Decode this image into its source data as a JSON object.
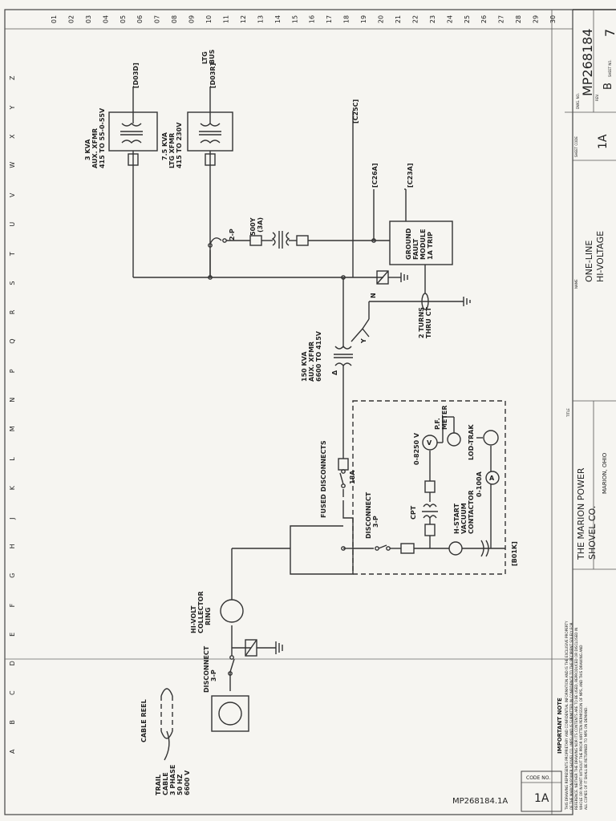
{
  "col_letters": [
    "A",
    "B",
    "C",
    "D",
    "E",
    "F",
    "G",
    "H",
    "J",
    "K",
    "L",
    "M",
    "N",
    "P",
    "Q",
    "R",
    "S",
    "T",
    "U",
    "V",
    "W",
    "X",
    "Y",
    "Z"
  ],
  "row_numbers": [
    "01",
    "02",
    "03",
    "04",
    "05",
    "06",
    "07",
    "08",
    "09",
    "10",
    "11",
    "12",
    "13",
    "14",
    "15",
    "16",
    "17",
    "18",
    "19",
    "20",
    "21",
    "22",
    "23",
    "24",
    "25",
    "26",
    "27",
    "28",
    "29",
    "30"
  ],
  "cable_reel": {
    "reel_label": "CABLE REEL",
    "trail_cable": [
      "TRAIL",
      "CABLE",
      "3 PHASE",
      "50 HZ",
      "6600 V"
    ],
    "disconnect": [
      "DISCONNECT",
      "3-P"
    ]
  },
  "collector_ring": [
    "HI-VOLT",
    "COLLECTOR",
    "RING"
  ],
  "fused_disconnects": "FUSED DISCONNECTS",
  "fuse_rating": "18A",
  "cabinet": {
    "disconnect": [
      "DISCONNECT",
      "3-P"
    ],
    "cpt": "CPT",
    "vacuum_contactor": [
      "H-START",
      "VACUUM",
      "CONTACTOR"
    ],
    "voltmeter_range": "0-8250 V",
    "ammeter_range": "0-100A",
    "pf_meter": [
      "P.F.",
      "METER"
    ],
    "lod_trak": "LOD-TRAK",
    "ref": "[B01K]",
    "volt_symbol": "V",
    "amp_symbol": "A"
  },
  "main_xfmr": [
    "150 KVA",
    "AUX. XFMR",
    "6600 TO 415V"
  ],
  "delta_symbol": "Δ",
  "wye_symbol": "Y",
  "ground_fault": {
    "module": [
      "GROUND",
      "FAULT",
      "MODULE",
      "1A TRIP"
    ],
    "ct": [
      "2 TURNS",
      "THRU CT"
    ],
    "neutral": "N",
    "ref_c23a": "[C23A]",
    "ref_c26a": "[C26A]",
    "ref_c25c": "[C25C]"
  },
  "ctrl_xfmr": {
    "fuse": "2-P",
    "rating": [
      "500Y",
      "(3A)"
    ]
  },
  "aux_xfmr_3kva": [
    "3 KVA",
    "AUX. XFMR",
    "415 TO 55-0-55V"
  ],
  "ltg_xfmr": [
    "7.5 KVA",
    "LTG XFMR",
    "415 TO 230V"
  ],
  "ref_d03d": "[D03D]",
  "ref_d03r": "[D03R]",
  "ltg_bus": [
    "LTG",
    "BUS"
  ],
  "title_block": {
    "company": [
      "THE MARION POWER",
      "SHOVEL CO."
    ],
    "location": "MARION, OHIO",
    "title_tag": "TITLE",
    "title": [
      "ONE-LINE",
      "HI-VOLTAGE"
    ],
    "name_tag": "NAME",
    "sheet_code_tag": "SHEET CODE",
    "sheet_code": "1A",
    "dwg_no_tag": "DWG. NO.",
    "dwg_no": "MP268184",
    "rev_tag": "REV.",
    "rev": "B",
    "sheet_no_tag": "SHEET NO.",
    "sheet_no": "7",
    "code_no_tag": "CODE NO.",
    "code_no": "1A",
    "important_note_title": "IMPORTANT NOTE",
    "important_note": [
      "THIS DRAWING REPRESENTS PROPRIETARY AND CONFIDENTIAL INFORMATION AND IS THE EXCLUSIVE PROPERTY",
      "OF THE MARION POWER SHOVEL CO. (MPS) AND IS SUBMITTED IN CONFIDENCE TO THE RECIPIENT SOLELY FOR",
      "REFERENCE. NEITHER THE DRAWING NOR ITS CONTENTS ARE TO BE USED, REPRODUCED OR DISCLOSED IN",
      "WHOLE OR IN PART WITHOUT THE PRIOR WRITTEN PERMISSION OF MPS, AND THIS DRAWING AND",
      "ALL COPIES OF IT SHALL BE RETURNED TO MPS ON DEMAND."
    ],
    "footer_dwg": "MP268184.1A"
  }
}
